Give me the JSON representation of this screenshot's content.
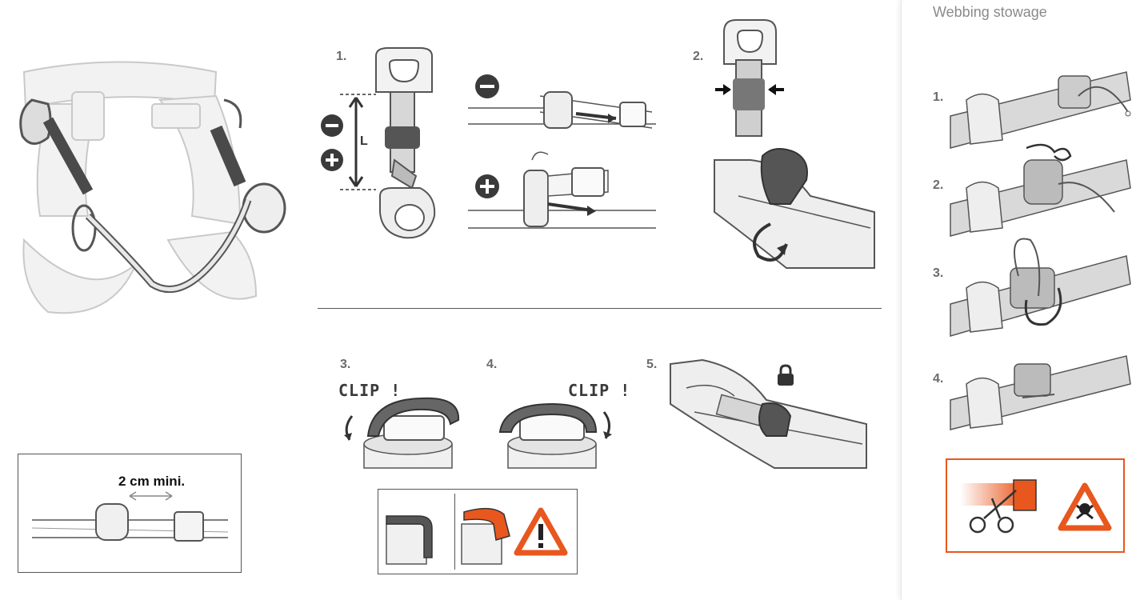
{
  "panel": {
    "title": "Webbing stowage",
    "steps": [
      "1.",
      "2.",
      "3.",
      "4."
    ]
  },
  "adjust": {
    "steps": [
      "1.",
      "2.",
      "3.",
      "4.",
      "5."
    ],
    "length_label": "L",
    "minus_sign": "−",
    "plus_sign": "+",
    "clip_text": "CLIP !",
    "min_length_note": "2 cm mini."
  },
  "colors": {
    "accent": "#e8571e",
    "ink": "#3a3a3a",
    "gray": "#cfcfcf"
  },
  "icons": [
    "lock-icon",
    "warning-icon",
    "scissors-icon",
    "danger-icon"
  ]
}
